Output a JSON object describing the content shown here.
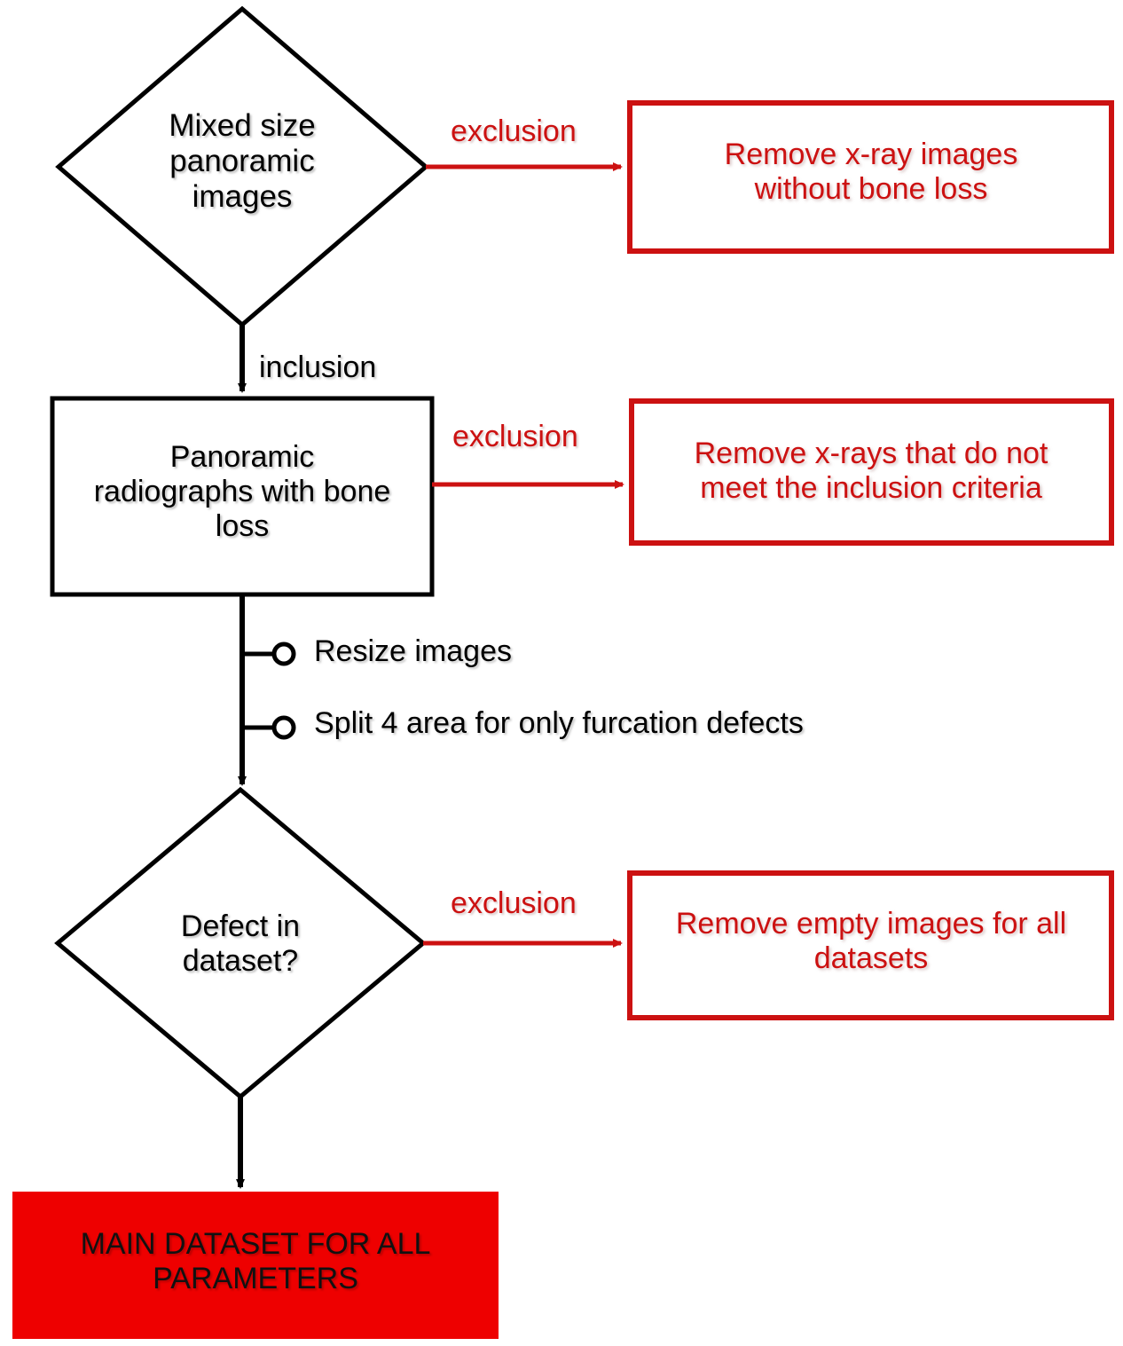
{
  "diagram": {
    "type": "flowchart",
    "title": "",
    "colors": {
      "stroke_black": "#000000",
      "stroke_red": "#cc1111",
      "fill_red": "#ee0000",
      "background": "#ffffff"
    },
    "nodes": [
      {
        "id": "mixed-size-panoramic-images",
        "shape": "diamond",
        "text": "Mixed size\npanoramic\nimages",
        "style": "black-outline"
      },
      {
        "id": "remove-xray-without-bone-loss",
        "shape": "rectangle",
        "text": "Remove x-ray images\nwithout bone loss",
        "style": "red-outline"
      },
      {
        "id": "panoramic-radiographs-with-bone-loss",
        "shape": "rectangle",
        "text": "Panoramic\nradiographs with bone\nloss",
        "style": "black-outline"
      },
      {
        "id": "remove-xrays-not-meeting-criteria",
        "shape": "rectangle",
        "text": "Remove x-rays that do not\nmeet the inclusion criteria",
        "style": "red-outline"
      },
      {
        "id": "defect-in-dataset",
        "shape": "diamond",
        "text": "Defect in\ndataset?",
        "style": "black-outline"
      },
      {
        "id": "remove-empty-images",
        "shape": "rectangle",
        "text": "Remove empty images for all\ndatasets",
        "style": "red-outline"
      },
      {
        "id": "main-dataset",
        "shape": "rectangle",
        "text": "MAIN DATASET FOR ALL\nPARAMETERS",
        "style": "red-filled"
      }
    ],
    "edge_labels": {
      "exclusion_1": "exclusion",
      "exclusion_2": "exclusion",
      "exclusion_3": "exclusion",
      "inclusion": "inclusion"
    },
    "annotations": [
      {
        "id": "resize-images",
        "text": "Resize images",
        "marker": "circle"
      },
      {
        "id": "split-4-area",
        "text": "Split 4 area for only furcation defects",
        "marker": "circle"
      }
    ]
  }
}
